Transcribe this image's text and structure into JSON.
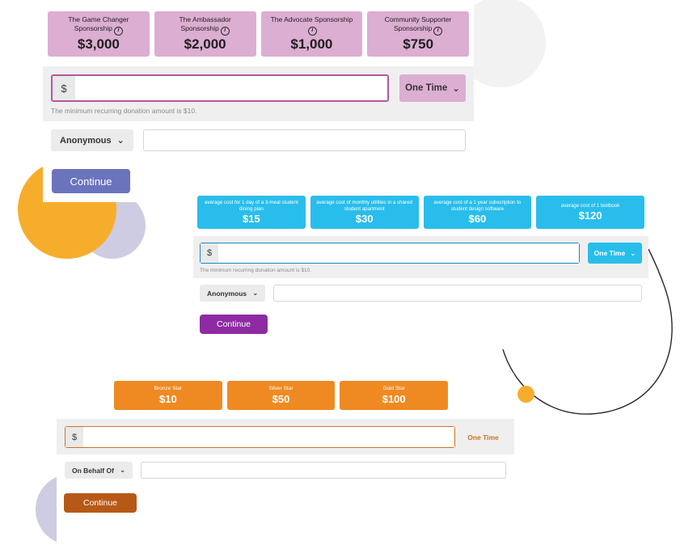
{
  "widgets": [
    {
      "id": "pink",
      "theme_color": "#dcaed2",
      "accent_color": "#b4589b",
      "button_color": "#6b73bd",
      "tiers": [
        {
          "name": "The Game Changer Sponsorship",
          "amount": "$3,000",
          "has_info_icon": true
        },
        {
          "name": "The Ambassador Sponsorship",
          "amount": "$2,000",
          "has_info_icon": true
        },
        {
          "name": "The Advocate Sponsorship",
          "amount": "$1,000",
          "has_info_icon": true
        },
        {
          "name": "Community Supporter Sponsorship",
          "amount": "$750",
          "has_info_icon": true
        }
      ],
      "form": {
        "currency_symbol": "$",
        "amount_value": "",
        "frequency_label": "One Time",
        "min_note": "The minimum recurring donation amount is $10.",
        "behalf_label": "Anonymous",
        "behalf_value": "",
        "continue_label": "Continue"
      }
    },
    {
      "id": "blue",
      "theme_color": "#29bdec",
      "accent_color": "#1d88b8",
      "button_color": "#8e2ba2",
      "tiers": [
        {
          "name": "average cost for 1 day of a 3-meal student dining plan",
          "amount": "$15",
          "has_info_icon": false
        },
        {
          "name": "average cost of monthly utilities in a shared student apartment",
          "amount": "$30",
          "has_info_icon": false
        },
        {
          "name": "average cost of a 1 year subscription to student design software",
          "amount": "$60",
          "has_info_icon": false
        },
        {
          "name": "average cost of 1 textbook",
          "amount": "$120",
          "has_info_icon": false
        }
      ],
      "form": {
        "currency_symbol": "$",
        "amount_value": "",
        "frequency_label": "One Time",
        "min_note": "The minimum recurring donation amount is $10.",
        "behalf_label": "Anonymous",
        "behalf_value": "",
        "continue_label": "Continue"
      }
    },
    {
      "id": "orange",
      "theme_color": "#ef8a22",
      "accent_color": "#d2711c",
      "button_color": "#b75916",
      "tiers": [
        {
          "name": "Bronze Star",
          "amount": "$10",
          "has_info_icon": false
        },
        {
          "name": "Silver Star",
          "amount": "$50",
          "has_info_icon": false
        },
        {
          "name": "Gold Star",
          "amount": "$100",
          "has_info_icon": false
        }
      ],
      "form": {
        "currency_symbol": "$",
        "amount_value": "",
        "frequency_label": "One Time",
        "min_note": "",
        "behalf_label": "On Behalf Of",
        "behalf_value": "",
        "continue_label": "Continue"
      }
    }
  ],
  "icons": {
    "info": "i",
    "chevron_down": "⌄"
  },
  "decorations": {
    "gray_circle": "#f2f2f2",
    "orange_circle": "#f7ad2c",
    "lavender_circle": "#cdcce2",
    "orange_dot": "#f7ad2c",
    "arc_stroke": "#2b2533"
  }
}
